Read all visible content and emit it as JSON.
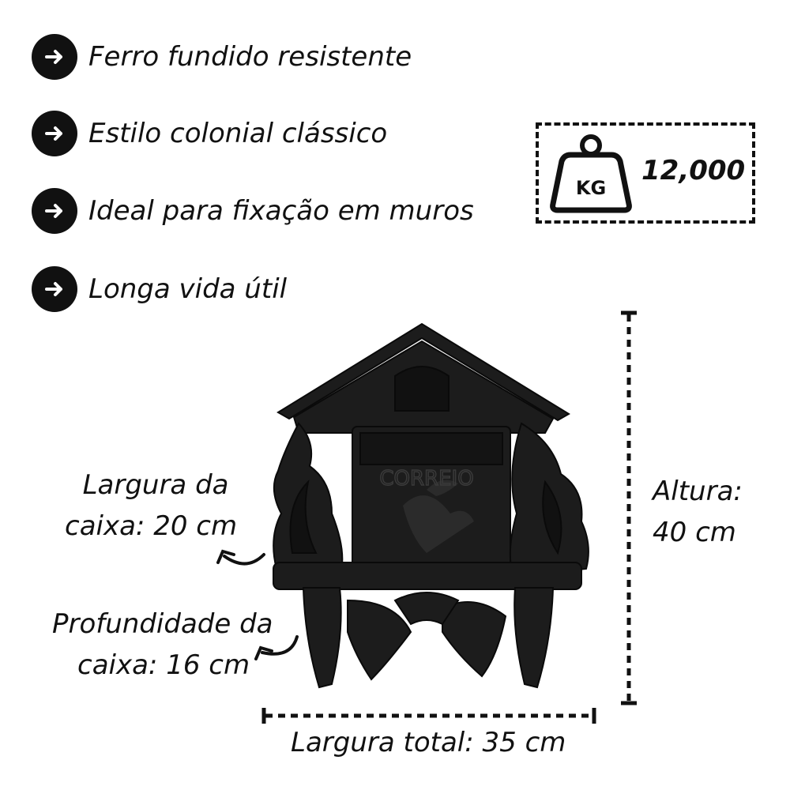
{
  "features": [
    {
      "text": "Ferro fundido resistente",
      "icon": "arrow-right-icon"
    },
    {
      "text": "Estilo colonial clássico",
      "icon": "arrow-right-icon"
    },
    {
      "text": "Ideal para fixação em muros",
      "icon": "arrow-right-icon"
    },
    {
      "text": "Longa vida útil",
      "icon": "arrow-right-icon"
    }
  ],
  "weight": {
    "unit": "KG",
    "value": "12,000",
    "icon": "weight-icon"
  },
  "dimensions": {
    "box_width_line1": "Largura da",
    "box_width_line2": "caixa: 20 cm",
    "box_depth_line1": "Profundidade da",
    "box_depth_line2": "caixa: 16 cm",
    "height_line1": "Altura:",
    "height_line2": "40 cm",
    "total_width": "Largura total: 35 cm"
  },
  "product": {
    "plaque_text": "CORREIO"
  },
  "colors": {
    "ink": "#111111",
    "iron": "#1c1c1c",
    "background": "#ffffff"
  }
}
